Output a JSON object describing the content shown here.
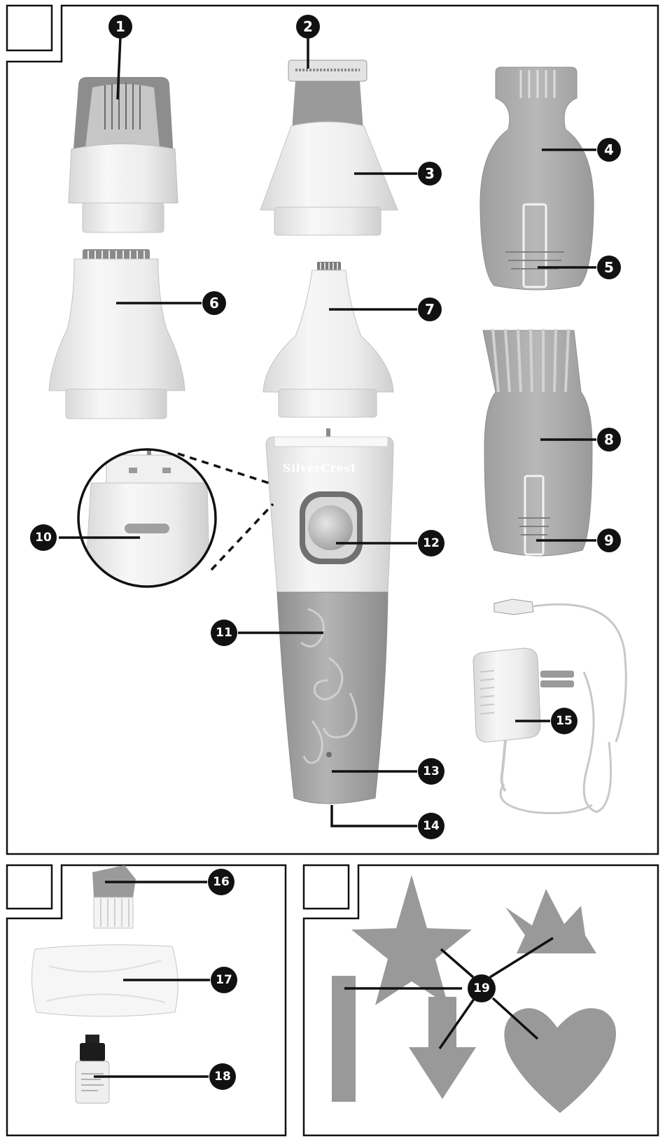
{
  "diagram": {
    "brand_logo": "SilverCrest",
    "callouts": {
      "c1": "1",
      "c2": "2",
      "c3": "3",
      "c4": "4",
      "c5": "5",
      "c6": "6",
      "c7": "7",
      "c8": "8",
      "c9": "9",
      "c10": "10",
      "c11": "11",
      "c12": "12",
      "c13": "13",
      "c14": "14",
      "c15": "15",
      "c16": "16",
      "c17": "17",
      "c18": "18",
      "c19": "19"
    },
    "colors": {
      "frame": "#111111",
      "device_white": "#f1f1f1",
      "device_gray": "#a9a9a9",
      "dark_gray": "#8a8a8a",
      "shape_gray": "#999999"
    }
  }
}
